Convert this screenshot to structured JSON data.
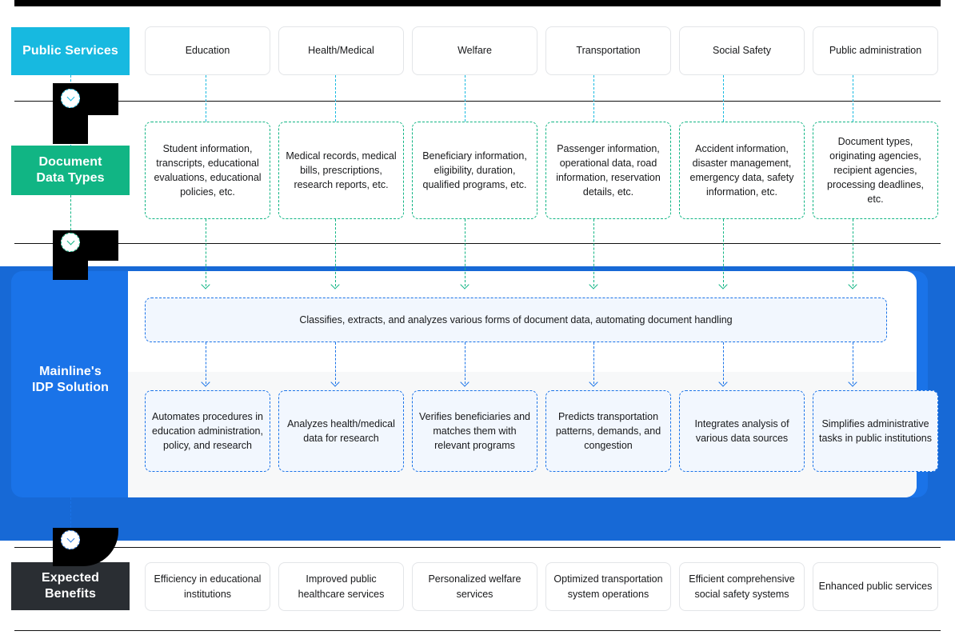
{
  "stages": {
    "public_services": {
      "label": "Public Services",
      "color": "#17b9e0"
    },
    "document_data_types": {
      "label": "Document\nData Types",
      "label_line1": "Document",
      "label_line2": "Data Types",
      "color": "#11b584"
    },
    "idp_solution": {
      "label_line1": "Mainline's",
      "label_line2": "IDP Solution",
      "color": "#1a73e8"
    },
    "expected_benefits": {
      "label_line1": "Expected",
      "label_line2": "Benefits",
      "color": "#2a2e33"
    }
  },
  "rows": {
    "services": [
      {
        "text": "Education"
      },
      {
        "text": "Health/Medical"
      },
      {
        "text": "Welfare"
      },
      {
        "text": "Transportation"
      },
      {
        "text": "Social Safety"
      },
      {
        "text": "Public administration"
      }
    ],
    "doctypes": [
      {
        "text": "Student information, transcripts, educational evaluations, educational policies, etc."
      },
      {
        "text": "Medical records, medical bills, prescriptions, research reports, etc."
      },
      {
        "text": "Beneficiary information, eligibility, duration, qualified programs, etc."
      },
      {
        "text": "Passenger information, operational data, road information, reservation details, etc."
      },
      {
        "text": "Accident information, disaster management, emergency data, safety information, etc."
      },
      {
        "text": "Document types, originating agencies, recipient agencies, processing deadlines, etc."
      }
    ],
    "idp": [
      {
        "text": "Automates procedures in education administration, policy, and research"
      },
      {
        "text": "Analyzes health/medical data for research"
      },
      {
        "text": "Verifies beneficiaries and matches them with relevant programs"
      },
      {
        "text": "Predicts transportation patterns, demands, and congestion"
      },
      {
        "text": "Integrates analysis of various data sources"
      },
      {
        "text": "Simplifies administrative tasks in public institutions"
      }
    ],
    "benefits": [
      {
        "text": "Efficiency in educational institutions"
      },
      {
        "text": "Improved public healthcare services"
      },
      {
        "text": "Personalized welfare services"
      },
      {
        "text": "Optimized transportation system operations"
      },
      {
        "text": "Efficient comprehensive social safety systems"
      },
      {
        "text": "Enhanced public services"
      }
    ]
  },
  "idp_banner": {
    "text": "Classifies, extracts, and analyzes various forms of document data, automating document handling"
  },
  "icons": {
    "chevron_down": "chevron-down-icon",
    "arrow_down": "arrow-down-icon"
  },
  "colors": {
    "cyan": "#17b9e0",
    "green": "#11b584",
    "blue": "#1a73e8",
    "blue_band": "#1769d6",
    "dark": "#2a2e33",
    "card_border": "#e3e5e8",
    "panel_grey": "#f7f8f9",
    "card_blue_fill": "#f2f7fe"
  }
}
